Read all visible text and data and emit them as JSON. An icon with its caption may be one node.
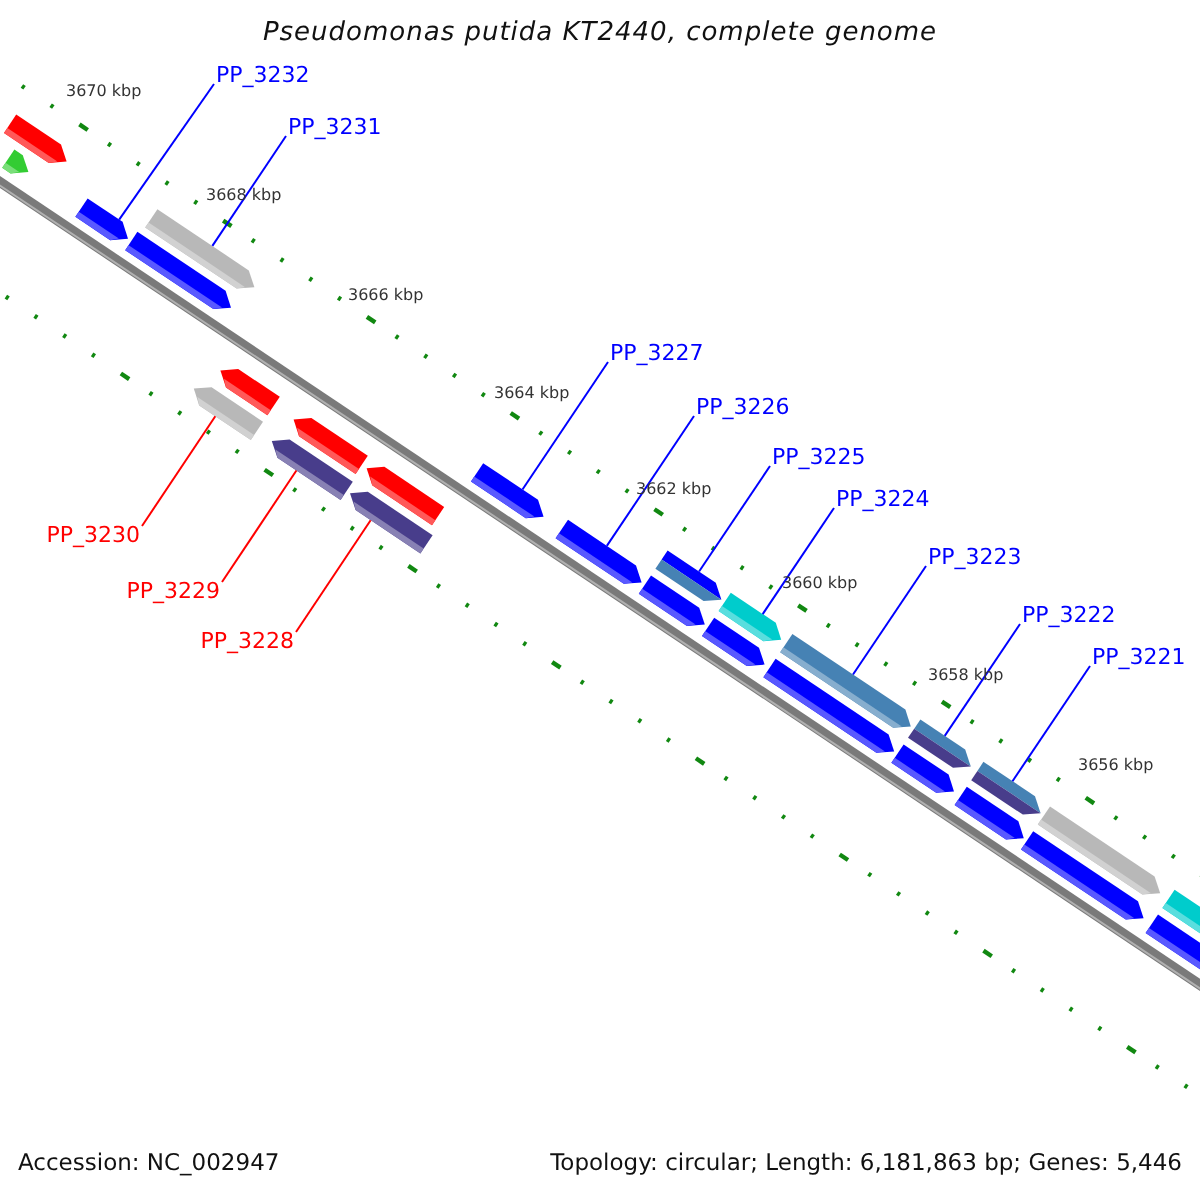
{
  "diagram": {
    "title": "Pseudomonas putida KT2440, complete genome",
    "nodes": [
      {
        "text": [
          "PP_3232"
        ]
      },
      {
        "text": [
          "PP_3231"
        ]
      },
      {
        "text": [
          "PP_3227"
        ]
      },
      {
        "text": [
          "PP_3226"
        ]
      },
      {
        "text": [
          "PP_3225"
        ]
      },
      {
        "text": [
          "PP_3224"
        ]
      },
      {
        "text": [
          "PP_3223"
        ]
      },
      {
        "text": [
          "PP_3222"
        ]
      },
      {
        "text": [
          "PP_3221"
        ]
      },
      {
        "text": [
          "PP_3230"
        ]
      },
      {
        "text": [
          "PP_3229"
        ]
      },
      {
        "text": [
          "PP_3228"
        ]
      },
      {
        "text": [],
        "shape": "arrow"
      },
      {
        "text": [],
        "shape": "arrow"
      },
      {
        "text": [],
        "shape": "arrow"
      },
      {
        "text": [],
        "shape": "arrow"
      },
      {
        "text": [],
        "shape": "arrow"
      },
      {
        "text": [],
        "shape": "arrow"
      },
      {
        "text": [],
        "shape": "arrow"
      },
      {
        "text": [],
        "shape": "arrow"
      },
      {
        "text": [],
        "shape": "arrow"
      },
      {
        "text": [],
        "shape": "arrow"
      },
      {
        "text": [],
        "shape": "arrow"
      },
      {
        "text": [],
        "shape": "arrow"
      },
      {
        "text": [],
        "shape": "arrow"
      },
      {
        "text": [],
        "shape": "arrow"
      },
      {
        "text": [],
        "shape": "arrow"
      },
      {
        "text": [],
        "shape": "arrow"
      },
      {
        "text": [],
        "shape": "arrow"
      },
      {
        "text": [],
        "shape": "arrow"
      },
      {
        "text": [],
        "shape": "arrow"
      },
      {
        "text": [],
        "shape": "arrow"
      },
      {
        "text": [],
        "shape": "arrow"
      },
      {
        "text": [],
        "shape": "arrow"
      },
      {
        "text": [],
        "shape": "arrow"
      },
      {
        "text": [],
        "shape": "arrow"
      },
      {
        "text": [],
        "shape": "arrow"
      },
      {
        "text": [],
        "shape": "arrow"
      },
      {
        "text": [],
        "shape": "arrow"
      }
    ],
    "edges": [
      {
        "from": 0,
        "to": 14,
        "arrow": "none"
      },
      {
        "from": 1,
        "to": 16,
        "arrow": "none"
      },
      {
        "from": 9,
        "to": 17,
        "arrow": "none",
        "color": "#ff0000"
      },
      {
        "from": 10,
        "to": 19,
        "arrow": "none",
        "color": "#ff0000"
      },
      {
        "from": 11,
        "to": 21,
        "arrow": "none",
        "color": "#ff0000"
      },
      {
        "from": 2,
        "to": 23,
        "arrow": "none"
      },
      {
        "from": 3,
        "to": 24,
        "arrow": "none"
      },
      {
        "from": 4,
        "to": 26,
        "arrow": "none"
      },
      {
        "from": 5,
        "to": 28,
        "arrow": "none"
      },
      {
        "from": 6,
        "to": 30,
        "arrow": "none"
      },
      {
        "from": 7,
        "to": 32,
        "arrow": "none"
      },
      {
        "from": 8,
        "to": 34,
        "arrow": "none"
      }
    ],
    "labels": [
      "3670 kbp",
      "3668 kbp",
      "3666 kbp",
      "3664 kbp",
      "3662 kbp",
      "3660 kbp",
      "3658 kbp",
      "3656 kbp",
      "Accession: NC_002947",
      "Topology: circular; Length: 6,181,863 bp; Genes: 5,446"
    ]
  }
}
